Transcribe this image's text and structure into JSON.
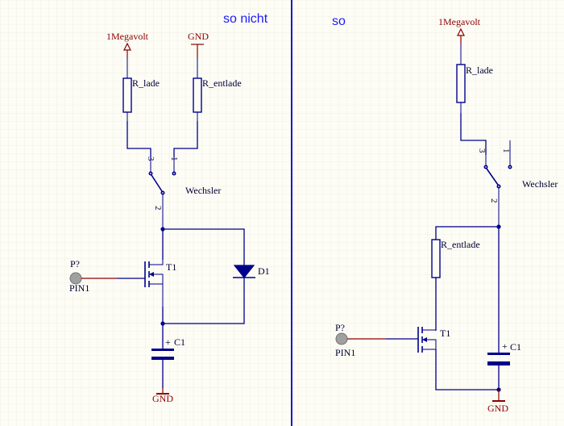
{
  "left": {
    "heading": "so nicht",
    "power_label": "1Megavolt",
    "gnd_top_label": "GND",
    "r_lade": "R_lade",
    "r_entlade": "R_entlade",
    "pin3": "3",
    "pin1": "1",
    "pin2": "2",
    "switch_label": "Wechsler",
    "port_ref": "P?",
    "port_name": "PIN1",
    "transistor": "T1",
    "diode": "D1",
    "capacitor": "C1",
    "cap_plus": "+",
    "gnd_bottom_label": "GND"
  },
  "right": {
    "heading": "so",
    "power_label": "1Megavolt",
    "r_lade": "R_lade",
    "r_entlade": "R_entlade",
    "pin3": "3",
    "pin1": "1",
    "pin2": "2",
    "switch_label": "Wechsler",
    "port_ref": "P?",
    "port_name": "PIN1",
    "transistor": "T1",
    "capacitor": "C1",
    "cap_plus": "+",
    "gnd_bottom_label": "GND"
  },
  "colors": {
    "wire": "#00008b",
    "power": "#8b0000",
    "heading": "#1a1aff",
    "divider": "#1a1acc",
    "grid": "#e6e6d6",
    "background": "#fdfdf6"
  }
}
